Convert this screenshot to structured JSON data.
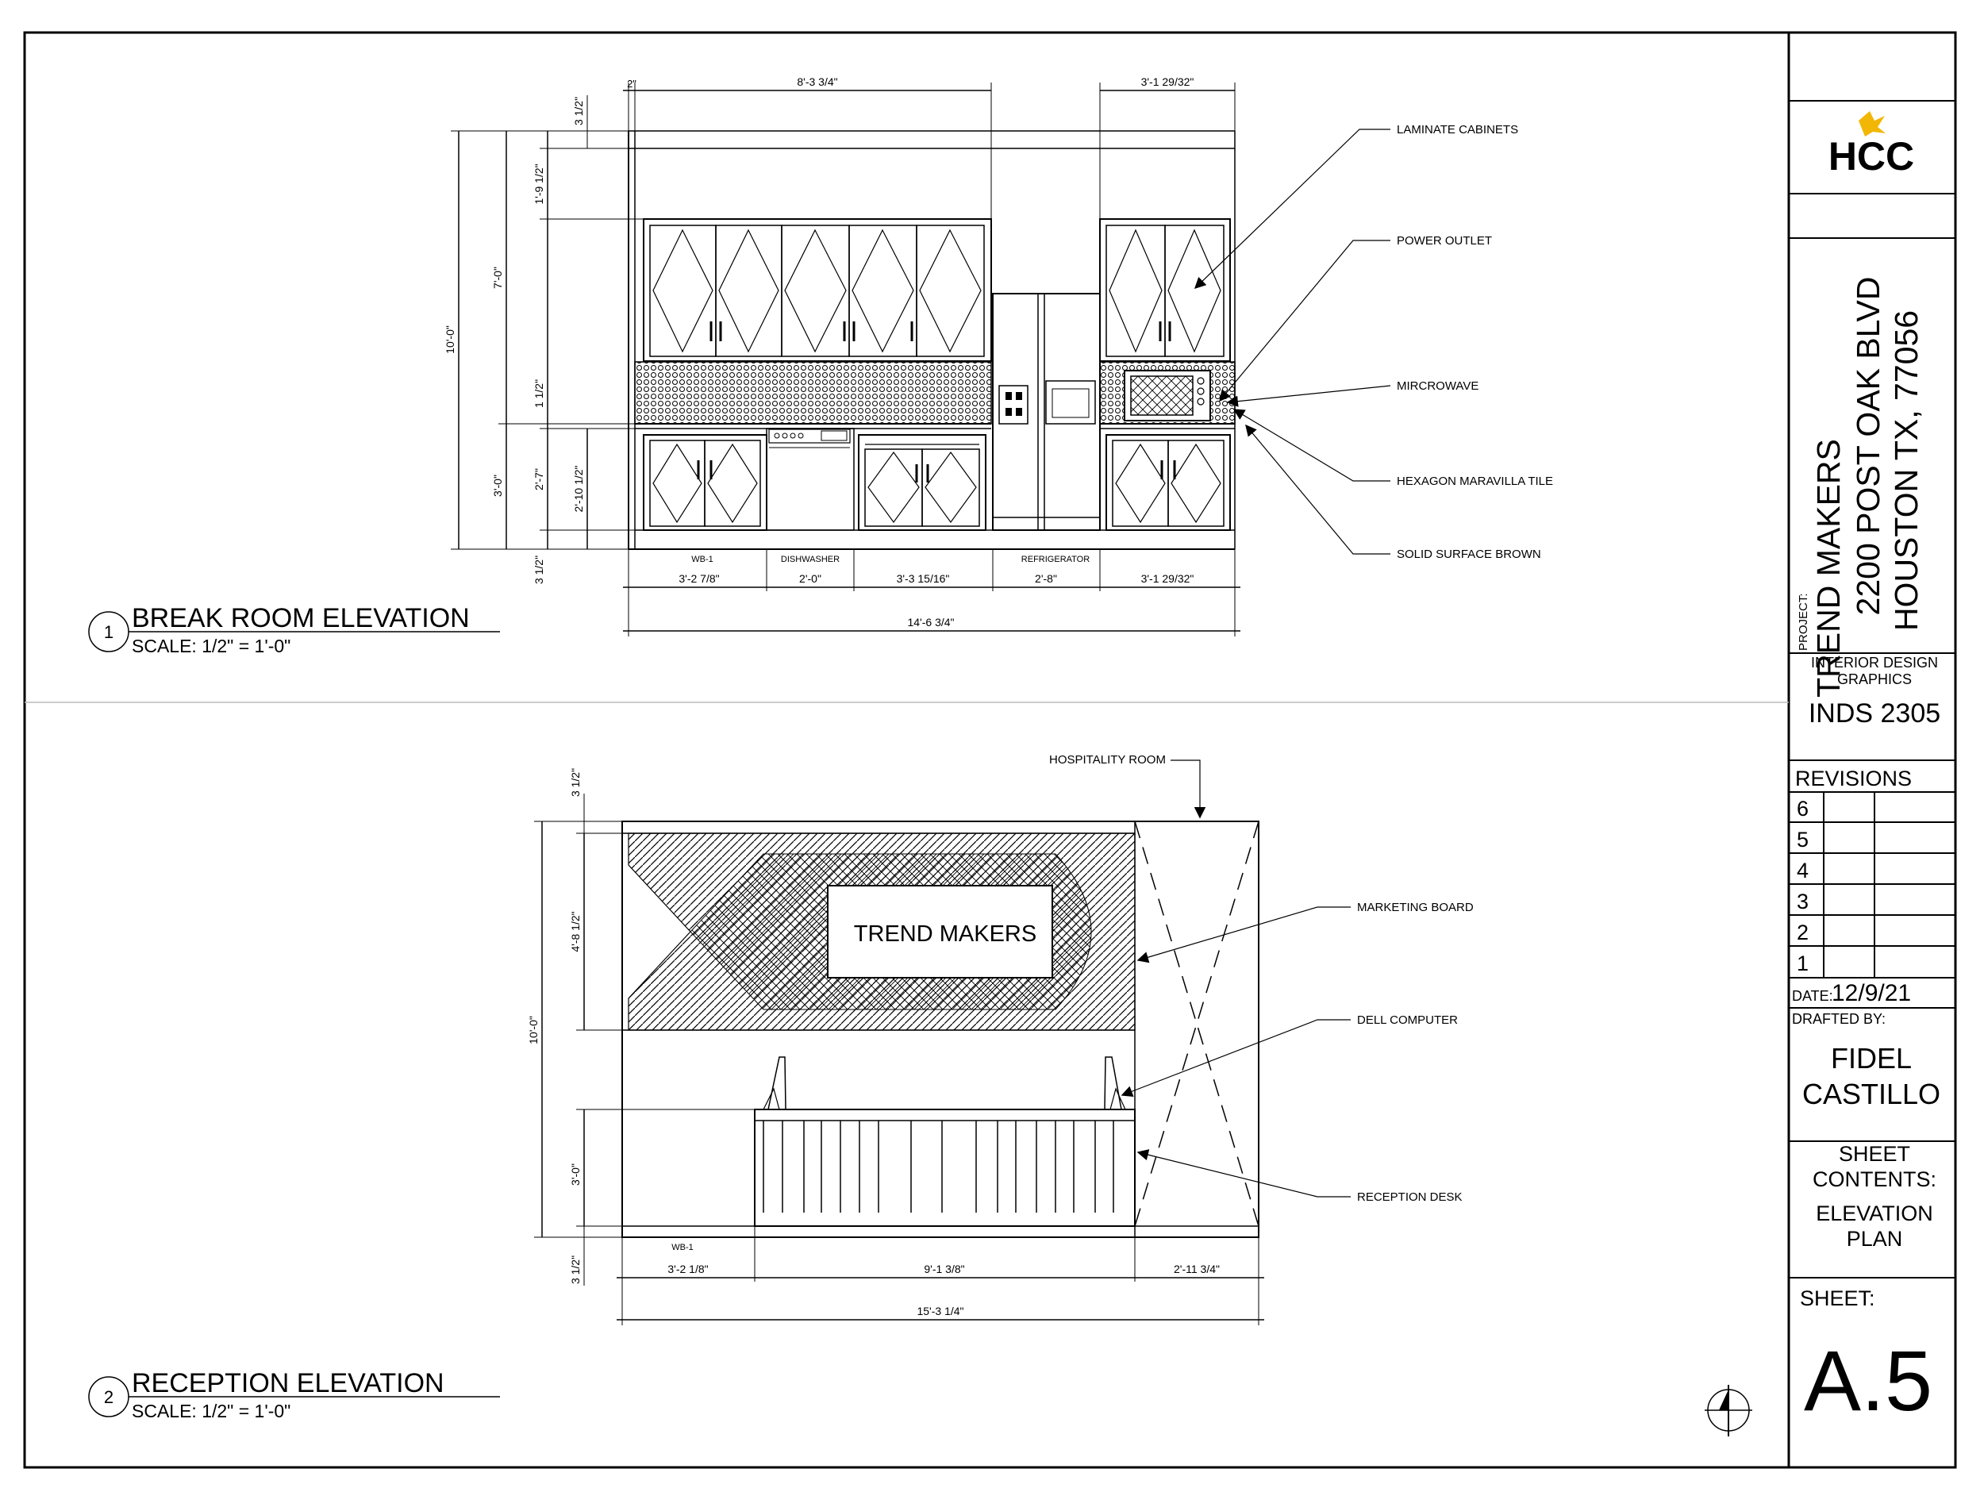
{
  "logo": {
    "text": "HCC",
    "accent_color": "#f2b705"
  },
  "title_block": {
    "project_label": "PROJECT:",
    "project_lines": [
      "TREND MAKERS",
      "2200 POST OAK BLVD",
      "HOUSTON TX, 77056"
    ],
    "course_name_lines": [
      "INTERIOR DESIGN",
      "GRAPHICS"
    ],
    "course_code": "INDS 2305",
    "revisions_label": "REVISIONS",
    "revision_numbers": [
      "6",
      "5",
      "4",
      "3",
      "2",
      "1"
    ],
    "date_label": "DATE:",
    "date_value": "12/9/21",
    "drafted_by_label": "DRAFTED BY:",
    "drafter_lines": [
      "FIDEL",
      "CASTILLO"
    ],
    "sheet_contents_label_lines": [
      "SHEET",
      "CONTENTS:"
    ],
    "sheet_contents_lines": [
      "ELEVATION",
      "PLAN"
    ],
    "sheet_label": "SHEET:",
    "sheet_number": "A.5"
  },
  "break_room": {
    "number": "1",
    "title": "BREAK ROOM ELEVATION",
    "scale": "SCALE: 1/2\" = 1'-0\"",
    "top_dims": [
      "2\"",
      "8'-3 3/4\"",
      "3'-1 29/32\""
    ],
    "left_dims": [
      "3 1/2\"",
      "1'-9 1/2\"",
      "7'-0\"",
      "10'-0\"",
      "1 1/2\"",
      "3'-0\"",
      "2'-7\"",
      "2'-10 1/2\"",
      "3 1/2\""
    ],
    "bottom_labels": [
      "WB-1",
      "DISHWASHER",
      "REFRIGERATOR"
    ],
    "bottom_dims": [
      "3'-2 7/8\"",
      "2'-0\"",
      "3'-3 15/16\"",
      "2'-8\"",
      "3'-1 29/32\""
    ],
    "overall_dim": "14'-6 3/4\"",
    "callouts": [
      "LAMINATE CABINETS",
      "POWER OUTLET",
      "MIRCROWAVE",
      "HEXAGON MARAVILLA TILE",
      "SOLID SURFACE BROWN"
    ]
  },
  "reception": {
    "number": "2",
    "title": "RECEPTION ELEVATION",
    "scale": "SCALE: 1/2\" = 1'-0\"",
    "board_text": "TREND MAKERS",
    "left_dims": [
      "3 1/2\"",
      "4'-8 1/2\"",
      "10'-0\"",
      "3'-0\"",
      "3 1/2\""
    ],
    "bottom_label": "WB-1",
    "bottom_dims": [
      "3'-2 1/8\"",
      "9'-1 3/8\"",
      "2'-11 3/4\""
    ],
    "overall_dim": "15'-3 1/4\"",
    "callouts": [
      "HOSPITALITY ROOM",
      "MARKETING BOARD",
      "DELL COMPUTER",
      "RECEPTION DESK"
    ]
  }
}
